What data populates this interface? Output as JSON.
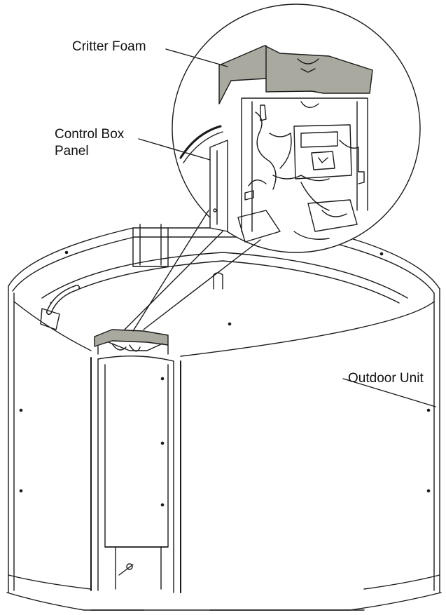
{
  "figure": {
    "callouts": {
      "critter_foam": "Critter Foam",
      "control_box_panel_line1": "Control Box",
      "control_box_panel_line2": "Panel",
      "outdoor_unit": "Outdoor Unit"
    },
    "colors": {
      "line": "#1a1a1a",
      "foam": "#a9a99f",
      "panel_fill": "#ffffff",
      "shade": "#d9d9d9"
    }
  }
}
